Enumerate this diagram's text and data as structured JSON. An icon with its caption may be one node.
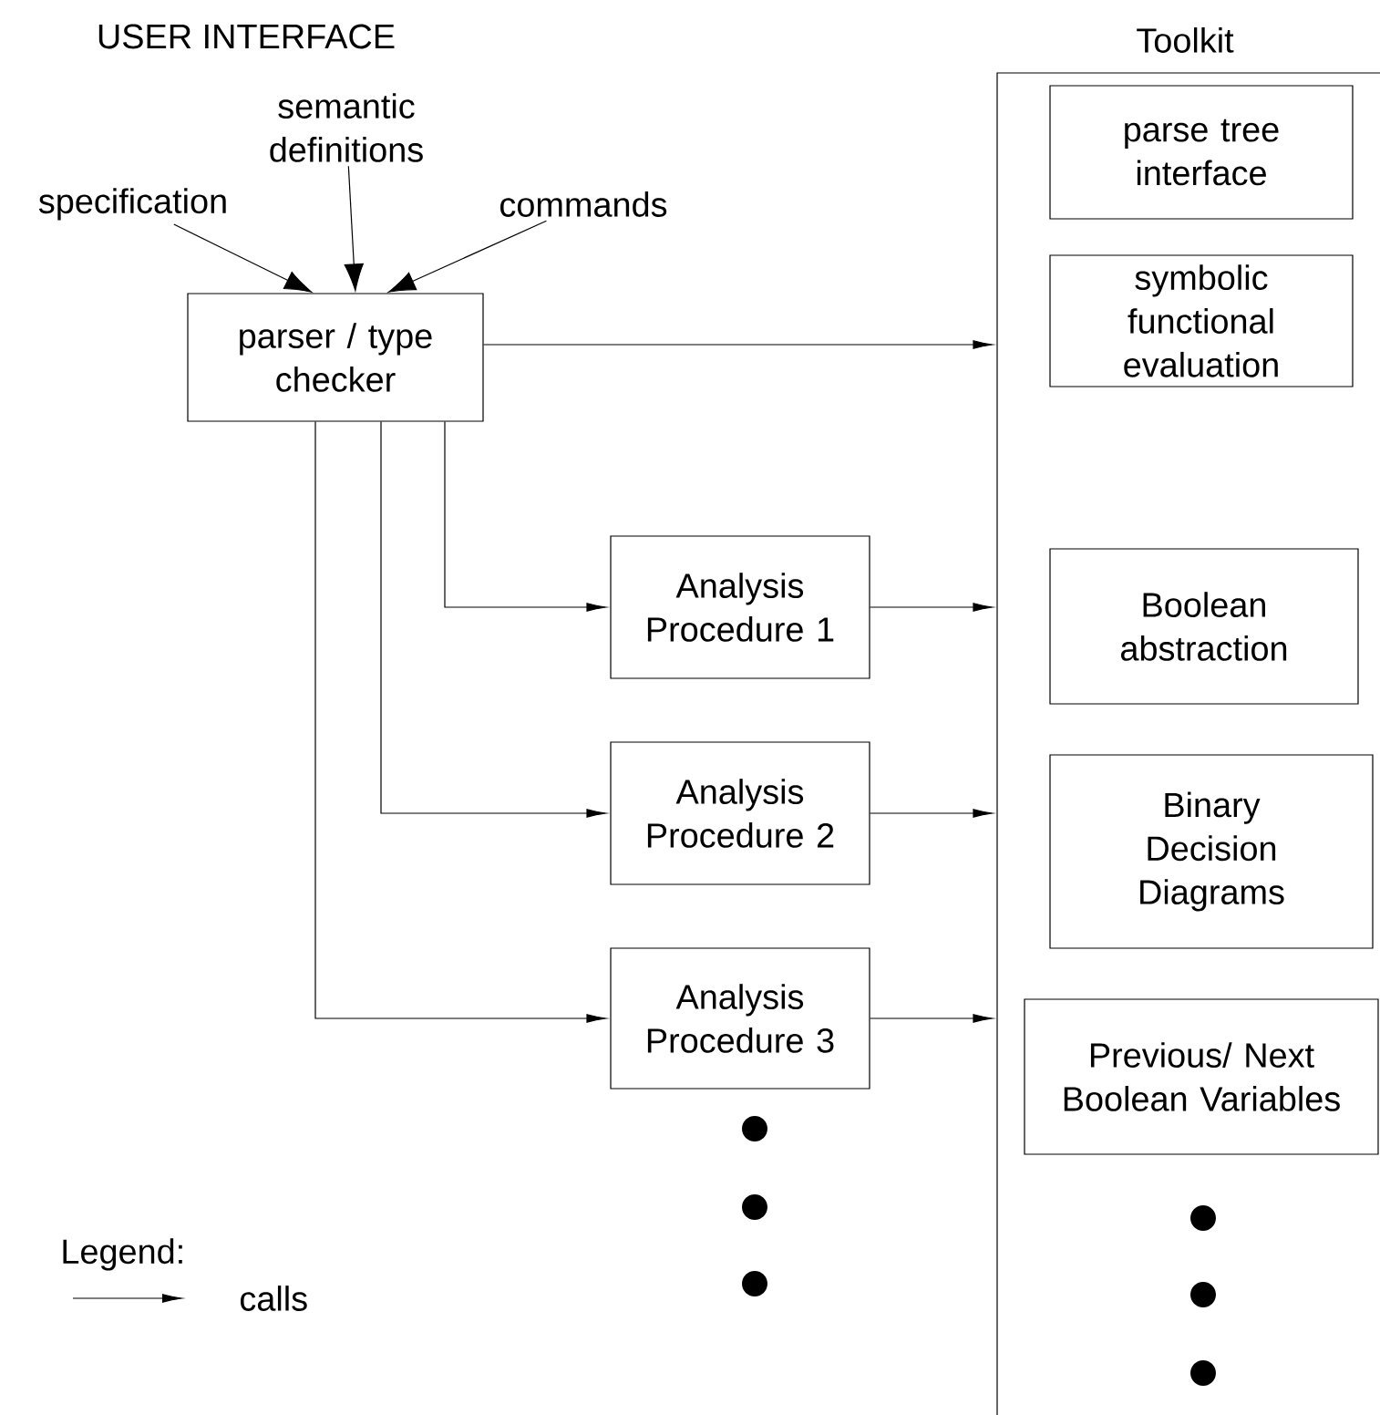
{
  "diagram": {
    "title": "USER INTERFACE",
    "nodes": [
      {
        "text": [
          "Toolkit"
        ]
      },
      {
        "text": [
          "specification"
        ]
      },
      {
        "text": [
          "semantic definitions"
        ]
      },
      {
        "text": [
          "commands"
        ]
      },
      {
        "text": [
          "parser / type checker"
        ]
      },
      {
        "text": [
          "Analysis Procedure 1"
        ]
      },
      {
        "text": [
          "Analysis Procedure 2"
        ]
      },
      {
        "text": [
          "Analysis Procedure 3"
        ]
      },
      {
        "text": [
          "parse tree interface"
        ],
        "in": 0
      },
      {
        "text": [
          "symbolic functional evaluation"
        ],
        "in": 0
      },
      {
        "text": [
          "Boolean abstraction"
        ],
        "in": 0
      },
      {
        "text": [
          "Binary Decision Diagrams"
        ],
        "in": 0
      },
      {
        "text": [
          "Previous/ Next Boolean Variables"
        ],
        "in": 0
      }
    ],
    "edges": [
      {
        "from": 1,
        "to": 4,
        "arrow": "to"
      },
      {
        "from": 2,
        "to": 4,
        "arrow": "to"
      },
      {
        "from": 3,
        "to": 4,
        "arrow": "to"
      },
      {
        "from": 4,
        "to": 0,
        "arrow": "to"
      },
      {
        "from": 4,
        "to": 5,
        "arrow": "to"
      },
      {
        "from": 4,
        "to": 6,
        "arrow": "to"
      },
      {
        "from": 4,
        "to": 7,
        "arrow": "to"
      },
      {
        "from": 5,
        "to": 0,
        "arrow": "to"
      },
      {
        "from": 6,
        "to": 0,
        "arrow": "to"
      },
      {
        "from": 7,
        "to": 0,
        "arrow": "to"
      }
    ],
    "labels": [
      "Legend:"
    ],
    "legend": [
      {
        "text": "calls"
      }
    ]
  }
}
